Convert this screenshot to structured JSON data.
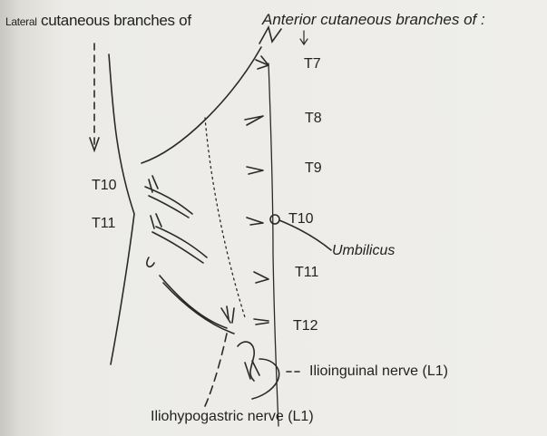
{
  "headers": {
    "lateral_prefix": "Lateral",
    "lateral_rest": "cutaneous branches of",
    "anterior": "Anterior cutaneous branches of :"
  },
  "anterior_segments": [
    "T7",
    "T8",
    "T9",
    "T10",
    "T11",
    "T12"
  ],
  "lateral_segments": [
    "T10",
    "T11"
  ],
  "labels": {
    "umbilicus": "Umbilicus",
    "ilioinguinal": "Ilioinguinal nerve (L1)",
    "iliohypogastric": "Iliohypogastric nerve (L1)"
  },
  "colors": {
    "ink": "#2a2a2a",
    "paper": "#efeeea"
  }
}
